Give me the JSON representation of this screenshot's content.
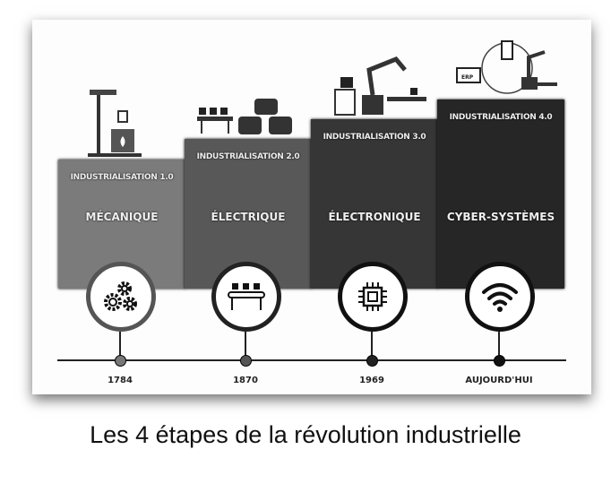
{
  "stages": [
    {
      "sub": "INDUSTRIALISATION 1.0",
      "main": "MÉCANIQUE",
      "year": "1784",
      "color": "#7b7b7b",
      "dot": "#777"
    },
    {
      "sub": "INDUSTRIALISATION 2.0",
      "main": "ÉLECTRIQUE",
      "year": "1870",
      "color": "#585858",
      "dot": "#555"
    },
    {
      "sub": "INDUSTRIALISATION 3.0",
      "main": "ÉLECTRONIQUE",
      "year": "1969",
      "color": "#363636",
      "dot": "#222"
    },
    {
      "sub": "INDUSTRIALISATION 4.0",
      "main": "CYBER-SYSTÈMES",
      "year": "AUJOURD'HUI",
      "color": "#262626",
      "dot": "#111"
    }
  ],
  "icons": [
    "gears-icon",
    "conveyor-icon",
    "chip-icon",
    "wifi-icon"
  ],
  "erp_label": "ERP",
  "caption": "Les 4 étapes de la révolution industrielle"
}
